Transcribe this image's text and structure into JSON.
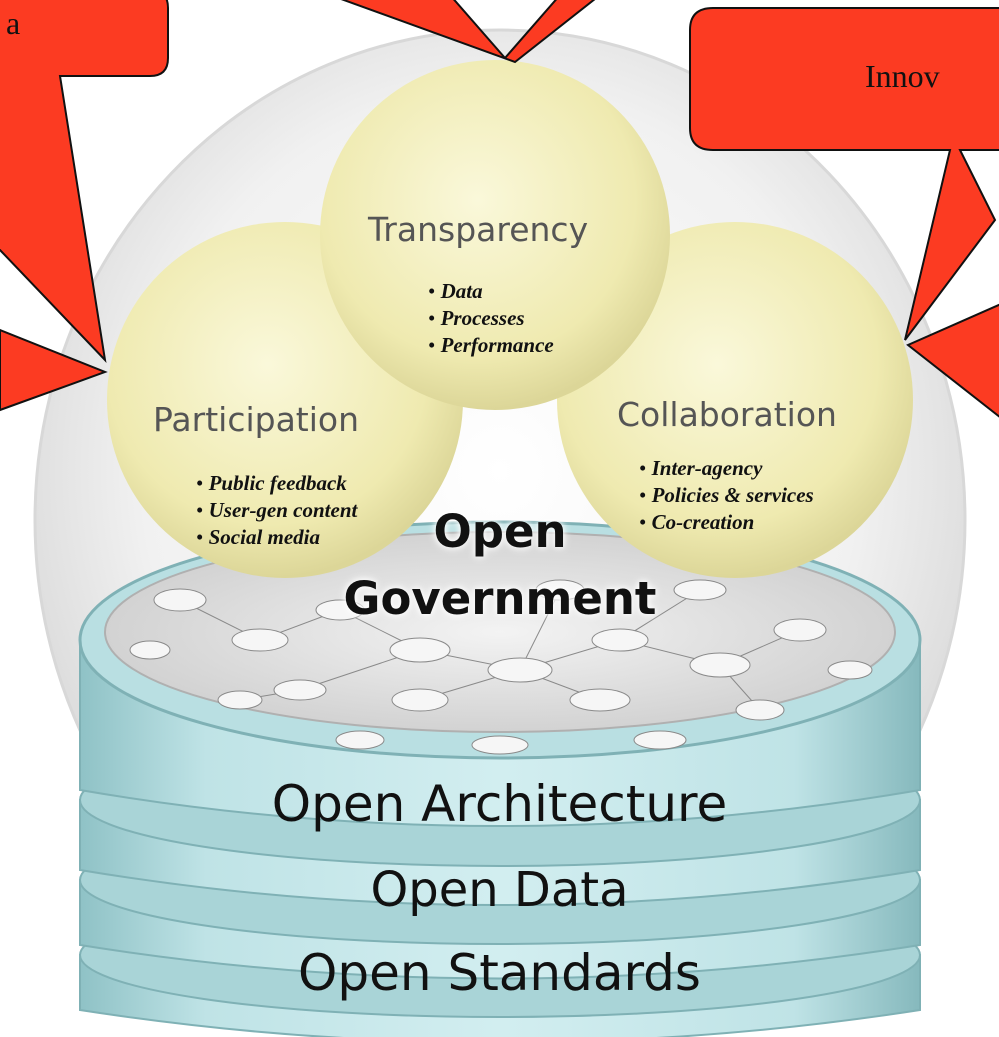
{
  "callouts": {
    "left_partial": "a",
    "right_partial": "Innov"
  },
  "spheres": {
    "transparency": {
      "title": "Transparency",
      "items": [
        "Data",
        "Processes",
        "Performance"
      ]
    },
    "participation": {
      "title": "Participation",
      "items": [
        "Public feedback",
        "User-gen content",
        "Social media"
      ]
    },
    "collaboration": {
      "title": "Collaboration",
      "items": [
        "Inter-agency",
        "Policies & services",
        "Co-creation"
      ]
    }
  },
  "platform": {
    "title_line1": "Open",
    "title_line2": "Government"
  },
  "layers": [
    "Open Architecture",
    "Open Data",
    "Open Standards"
  ],
  "colors": {
    "callout_fill": "#fc3b22",
    "sphere_fill": "#f2efb8",
    "platform_fill": "#b4dcdf",
    "dome": "#e9e9e9"
  }
}
